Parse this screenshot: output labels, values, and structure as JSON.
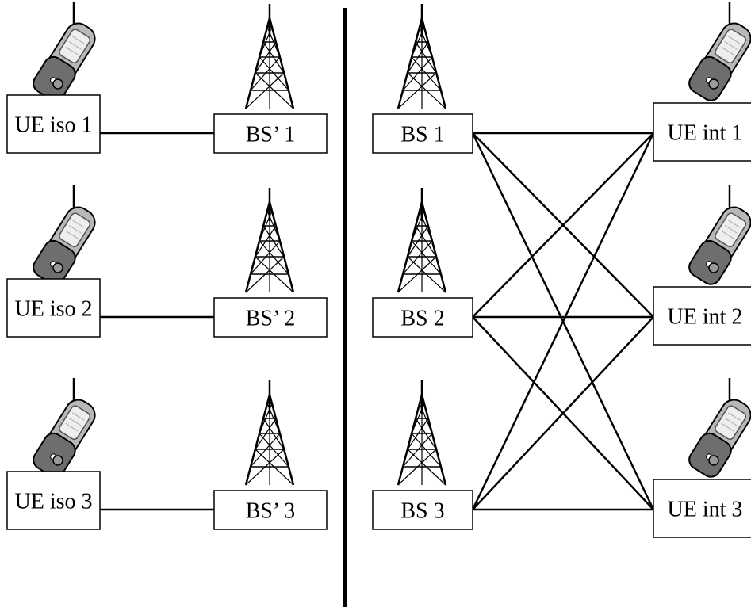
{
  "left_panel": {
    "ues": [
      {
        "label": "UE iso 1"
      },
      {
        "label": "UE iso 2"
      },
      {
        "label": "UE iso 3"
      }
    ],
    "base_stations": [
      {
        "label": "BS’ 1"
      },
      {
        "label": "BS’ 2"
      },
      {
        "label": "BS’ 3"
      }
    ]
  },
  "right_panel": {
    "base_stations": [
      {
        "label": "BS 1"
      },
      {
        "label": "BS 2"
      },
      {
        "label": "BS 3"
      }
    ],
    "ues": [
      {
        "label": "UE int 1"
      },
      {
        "label": "UE int 2"
      },
      {
        "label": "UE int 3"
      }
    ]
  },
  "colors": {
    "line": "#000000",
    "phone_body": "#b8b8b8",
    "phone_dark": "#6e6e6e",
    "phone_screen": "#eeeeee"
  },
  "icons": {
    "phone": "cell-phone-icon",
    "tower": "antenna-tower-icon"
  }
}
